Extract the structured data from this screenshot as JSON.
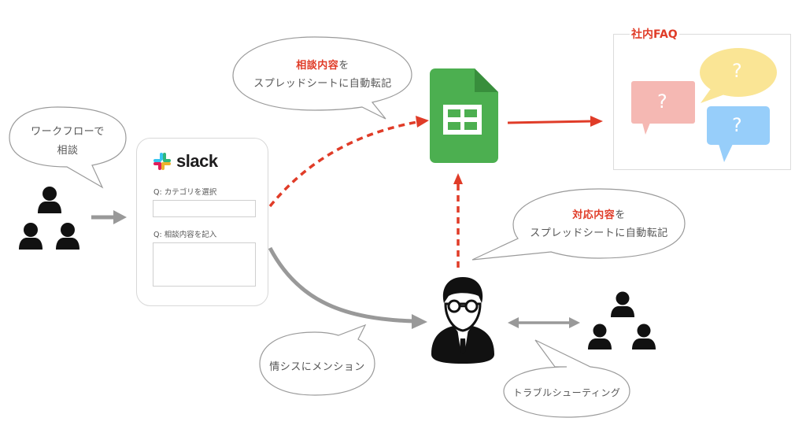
{
  "bubbles": {
    "workflow": {
      "line1": "ワークフローで",
      "line2": "相談"
    },
    "sheet_transfer": {
      "highlight": "相談内容",
      "suffix": "を",
      "line2": "スプレッドシートに自動転記"
    },
    "response_transfer": {
      "highlight": "対応内容",
      "suffix": "を",
      "line2": "スプレッドシートに自動転記"
    },
    "mention": {
      "text": "情シスにメンション"
    },
    "troubleshooting": {
      "text": "トラブルシューティング"
    }
  },
  "slack_form": {
    "brand": "slack",
    "question1": "Q: カテゴリを選択",
    "question2": "Q: 相談内容を記入",
    "answer1": "",
    "answer2": ""
  },
  "faq": {
    "title": "社内FAQ",
    "bubbles": [
      {
        "symbol": "?",
        "color": "#f5b8b3"
      },
      {
        "symbol": "?",
        "color": "#fae595"
      },
      {
        "symbol": "?",
        "color": "#97cefa"
      }
    ]
  },
  "colors": {
    "accent_red": "#e03c28",
    "arrow_gray": "#999999",
    "sheets_green": "#4caf50",
    "sheets_dark": "#388e3c",
    "slack_blue": "#36c5f0",
    "slack_green": "#2eb67d",
    "slack_red": "#e01e5a",
    "slack_yellow": "#ecb22e"
  }
}
